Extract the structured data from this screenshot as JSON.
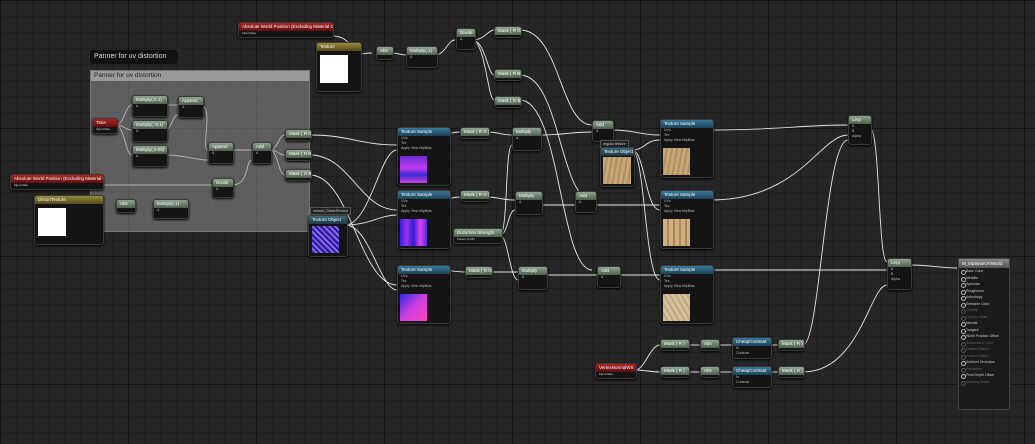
{
  "comment": {
    "tag": "Panner for uv distortion",
    "title": "Panner for uv distortion"
  },
  "nodes": {
    "abs_world_pos_top": {
      "title": "Absolute World Position (Excluding Material Offsets)",
      "sub": "Input Data"
    },
    "texture_top": {
      "title": "Texture"
    },
    "abs_top": {
      "title": "Abs"
    },
    "multiply_top": {
      "title": "Multiply(,1)"
    },
    "divide_top": {
      "title": "Divide"
    },
    "mask_rg_top": {
      "title": "Mask ( R G )"
    },
    "mask_rb": {
      "title": "Mask ( R B )"
    },
    "mask_gb": {
      "title": "Mask ( G B )"
    },
    "time": {
      "title": "Time",
      "sub": "Input Data"
    },
    "multiply_a": {
      "title": "Multiply(,0.1)"
    },
    "multiply_b": {
      "title": "Multiply(,-0.1)"
    },
    "multiply_c": {
      "title": "Multiply(,0.05)"
    },
    "append_a": {
      "title": "Append"
    },
    "append_b": {
      "title": "Append"
    },
    "add_main": {
      "title": "Add"
    },
    "mask_rg_1": {
      "title": "Mask ( R G )"
    },
    "mask_rb_1": {
      "title": "Mask ( R B )"
    },
    "mask_gb_1": {
      "title": "Mask ( G B )"
    },
    "abs_world_pos_left": {
      "title": "Absolute World Position (Excluding Material Offsets)",
      "sub": "Input Data"
    },
    "divide_mid": {
      "title": "Divide"
    },
    "distortion": {
      "title": "DistortTexture"
    },
    "abs_left": {
      "title": "Abs"
    },
    "multiply_left": {
      "title": "Multiply(,1)"
    },
    "normal_distortion_label": {
      "title": "normal | DistortTexture"
    },
    "texture_object_left": {
      "title": "Texture Object"
    },
    "tex_sample_1": {
      "title": "Texture Sample"
    },
    "tex_sample_2": {
      "title": "Texture Sample"
    },
    "tex_sample_3": {
      "title": "Texture Sample"
    },
    "mask_rg_2": {
      "title": "Mask ( R G )"
    },
    "mask_rg_3": {
      "title": "Mask ( R G )"
    },
    "mask_rg_4": {
      "title": "Mask ( R G )"
    },
    "multiply_mid1": {
      "title": "Multiply"
    },
    "multiply_mid2": {
      "title": "Multiply"
    },
    "multiply_mid3": {
      "title": "Multiply"
    },
    "distortion_strength": {
      "title": "Distortion Strength",
      "sub": "Param (0.05)"
    },
    "add_r1": {
      "title": "Add"
    },
    "add_r2": {
      "title": "Add"
    },
    "add_r3": {
      "title": "Add"
    },
    "regular_texture_label": {
      "title": "regular texture"
    },
    "texture_object_right": {
      "title": "Texture Object"
    },
    "tex_sample_r1": {
      "title": "Texture Sample"
    },
    "tex_sample_r2": {
      "title": "Texture Sample"
    },
    "tex_sample_r3": {
      "title": "Texture Sample"
    },
    "lerp_top": {
      "title": "Lerp"
    },
    "lerp_bottom": {
      "title": "Lerp"
    },
    "vertex_normal": {
      "title": "VertexNormalWS",
      "sub": "Input Data"
    },
    "mask_r_top": {
      "title": "Mask ( R )"
    },
    "mask_r_bot": {
      "title": "Mask ( R )"
    },
    "abs_r1": {
      "title": "Abs"
    },
    "abs_r2": {
      "title": "Abs"
    },
    "cheap_contrast_1": {
      "title": "CheapContrast"
    },
    "cheap_contrast_2": {
      "title": "CheapContrast"
    },
    "mask_r_out1": {
      "title": "Mask ( R )"
    },
    "mask_r_out2": {
      "title": "Mask ( R )"
    }
  },
  "pins": {
    "a": "A",
    "b": "B",
    "alpha": "Alpha",
    "uvs": "UVs",
    "tex": "Tex",
    "apply_view_mipbias": "Apply View MipBias",
    "rgb": "RGB",
    "r": "R",
    "g": "G",
    "rgba": "RGBA",
    "in": "In",
    "result": "Result",
    "contrast": "Contrast"
  },
  "material": {
    "title": "M_triplanarUVWorld",
    "pins": [
      {
        "label": "Base Color",
        "active": true
      },
      {
        "label": "Metallic",
        "active": true
      },
      {
        "label": "Specular",
        "active": true
      },
      {
        "label": "Roughness",
        "active": true
      },
      {
        "label": "Anisotropy",
        "active": true
      },
      {
        "label": "Emissive Color",
        "active": true
      },
      {
        "label": "Opacity",
        "active": false
      },
      {
        "label": "Opacity Mask",
        "active": false
      },
      {
        "label": "Normal",
        "active": true
      },
      {
        "label": "Tangent",
        "active": true
      },
      {
        "label": "World Position Offset",
        "active": true
      },
      {
        "label": "Subsurface Color",
        "active": false
      },
      {
        "label": "Custom Data 0",
        "active": false
      },
      {
        "label": "Custom Data 1",
        "active": false
      },
      {
        "label": "Ambient Occlusion",
        "active": true
      },
      {
        "label": "Refraction",
        "active": false
      },
      {
        "label": "Pixel Depth Offset",
        "active": true
      },
      {
        "label": "Shading Model",
        "active": false
      }
    ]
  },
  "colors": {
    "comment_bg": "#8c8c8c",
    "red_header": "#b02222",
    "green_header": "#8fa58f",
    "blue_header": "#3a7a9a",
    "wire": "#e8e8e8"
  }
}
